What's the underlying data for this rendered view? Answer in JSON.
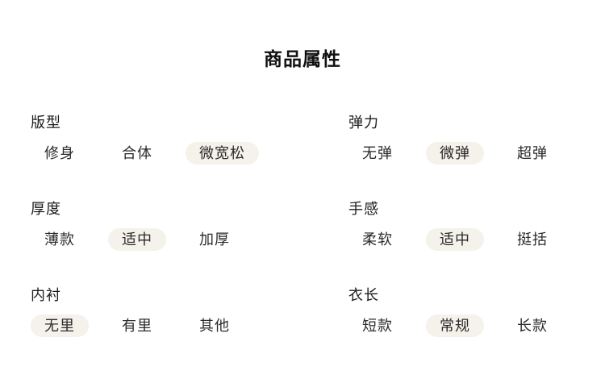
{
  "title": "商品属性",
  "colors": {
    "highlight_bg": "#f5f2eb",
    "text": "#1c1c1c",
    "background": "#ffffff"
  },
  "groups": [
    {
      "label": "版型",
      "options": [
        {
          "label": "修身",
          "selected": false
        },
        {
          "label": "合体",
          "selected": false
        },
        {
          "label": "微宽松",
          "selected": true
        }
      ]
    },
    {
      "label": "弹力",
      "options": [
        {
          "label": "无弹",
          "selected": false
        },
        {
          "label": "微弹",
          "selected": true
        },
        {
          "label": "超弹",
          "selected": false
        }
      ]
    },
    {
      "label": "厚度",
      "options": [
        {
          "label": "薄款",
          "selected": false
        },
        {
          "label": "适中",
          "selected": true
        },
        {
          "label": "加厚",
          "selected": false
        }
      ]
    },
    {
      "label": "手感",
      "options": [
        {
          "label": "柔软",
          "selected": false
        },
        {
          "label": "适中",
          "selected": true
        },
        {
          "label": "挺括",
          "selected": false
        }
      ]
    },
    {
      "label": "内衬",
      "options": [
        {
          "label": "无里",
          "selected": true
        },
        {
          "label": "有里",
          "selected": false
        },
        {
          "label": "其他",
          "selected": false
        }
      ]
    },
    {
      "label": "衣长",
      "options": [
        {
          "label": "短款",
          "selected": false
        },
        {
          "label": "常规",
          "selected": true
        },
        {
          "label": "长款",
          "selected": false
        }
      ]
    }
  ]
}
